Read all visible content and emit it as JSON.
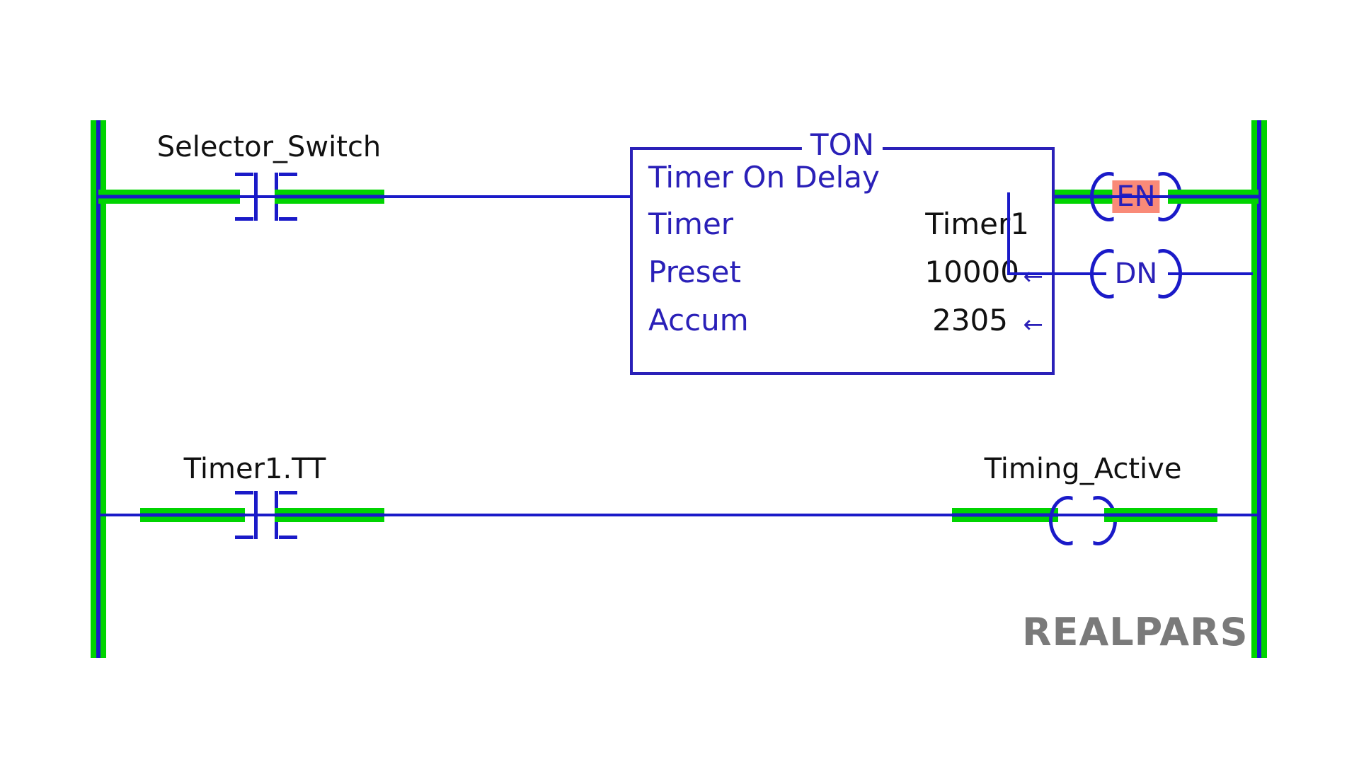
{
  "diagram": {
    "type": "ladder-logic",
    "colors": {
      "rail_green": "#00d400",
      "wire_blue": "#1a1ac8",
      "block_blue": "#2a20b8",
      "highlight_salmon": "#f98a78",
      "tag_text": "#111111",
      "logo_gray": "#7a7a7a"
    },
    "rungs": [
      {
        "index": 1,
        "energized": true,
        "contact": {
          "tag": "Selector_Switch",
          "type": "normally-open",
          "energized": true
        },
        "block": {
          "title": "TON",
          "subtitle": "Timer On Delay",
          "rows": [
            {
              "label": "Timer",
              "value": "Timer1",
              "arrow": false
            },
            {
              "label": "Preset",
              "value": "10000",
              "arrow": true
            },
            {
              "label": "Accum",
              "value": "2305",
              "arrow": true
            }
          ]
        },
        "outputs": [
          {
            "label": "EN",
            "energized": true,
            "highlighted": true
          },
          {
            "label": "DN",
            "energized": false,
            "highlighted": false
          }
        ]
      },
      {
        "index": 2,
        "energized": true,
        "contact": {
          "tag": "Timer1.TT",
          "type": "normally-open",
          "energized": true
        },
        "coil": {
          "tag": "Timing_Active",
          "label": "",
          "energized": true
        }
      }
    ],
    "watermark": {
      "text": "REALPARS"
    }
  }
}
